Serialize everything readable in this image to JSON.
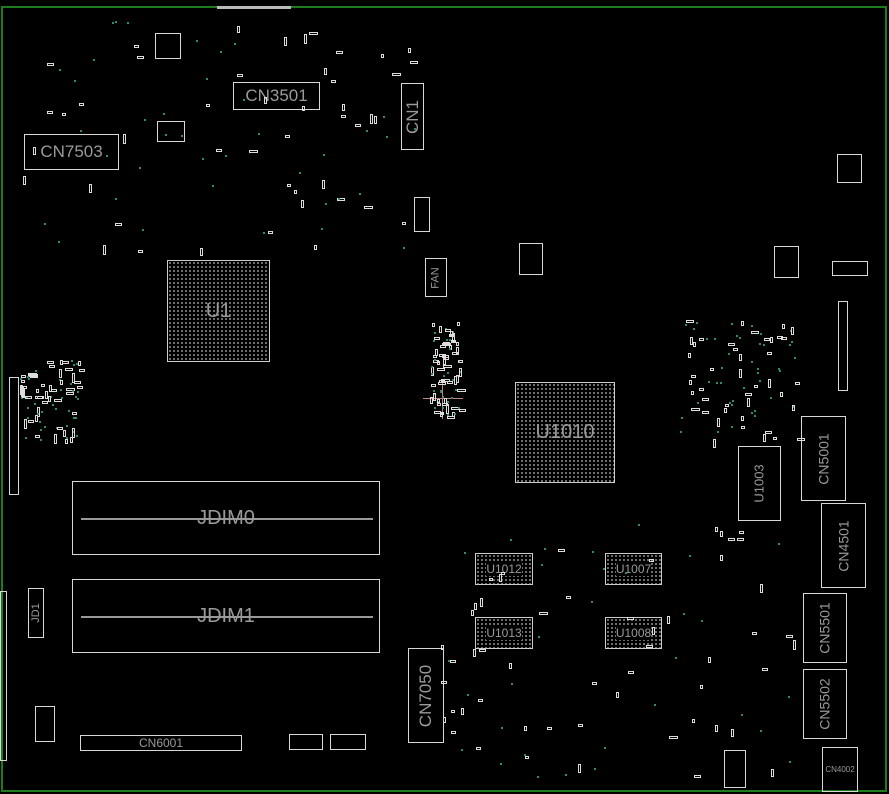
{
  "board": {
    "components": {
      "cn3501": "CN3501",
      "cn1": "CN1",
      "cn7503": "CN7503",
      "u1": "U1",
      "u1010": "U1010",
      "jdim0": "JDIM0",
      "jdim1": "JDIM1",
      "cn7050": "CN7050",
      "cn6001": "CN6001",
      "cn5001": "CN5001",
      "cn4501": "CN4501",
      "cn5501": "CN5501",
      "cn5502": "CN5502",
      "cn4002": "CN4002",
      "u1003": "U1003",
      "u1012": "U1012",
      "u1007": "U1007",
      "u1013": "U1013",
      "u1008": "U1008",
      "fan": "FAN",
      "jd1": "JD1"
    },
    "colors": {
      "background": "#000000",
      "outline": "#d8d8d8",
      "board_edge": "#1d7a1d",
      "crosshair": "#c08080"
    }
  }
}
